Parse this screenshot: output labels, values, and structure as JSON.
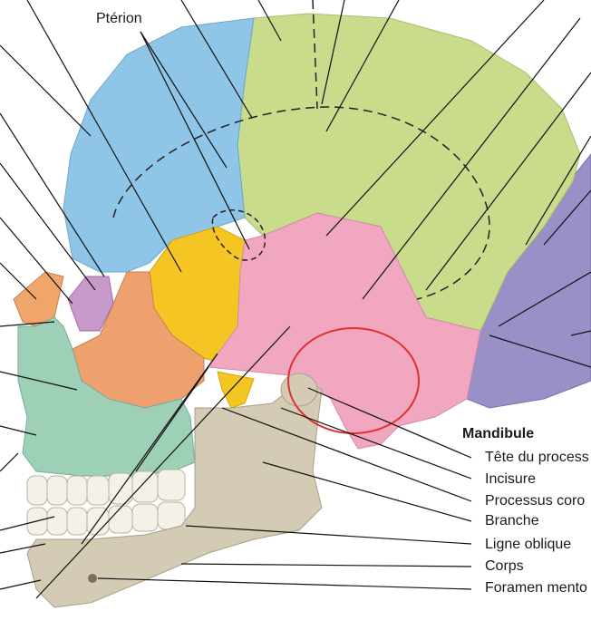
{
  "diagram": {
    "top_label": "Ptérion",
    "section_title": "Mandibule",
    "mandible_labels": [
      "Tête du process",
      "Incisure",
      "Processus coro",
      "Branche",
      "Ligne oblique",
      "Corps",
      "Foramen mento"
    ],
    "bone_colors": {
      "frontal": "#8fc5e6",
      "parietal": "#c8dc8c",
      "temporal": "#f1a7c0",
      "occipital": "#9a8fc7",
      "sphenoid": "#f5c524",
      "zygomatic": "#eea06f",
      "maxilla": "#9ecfb7",
      "mandible": "#d4cbb5",
      "nasal": "#f0a56a",
      "ethmoid_lacrimal": "#c79acb",
      "highlight_circle": "#e03030"
    }
  }
}
